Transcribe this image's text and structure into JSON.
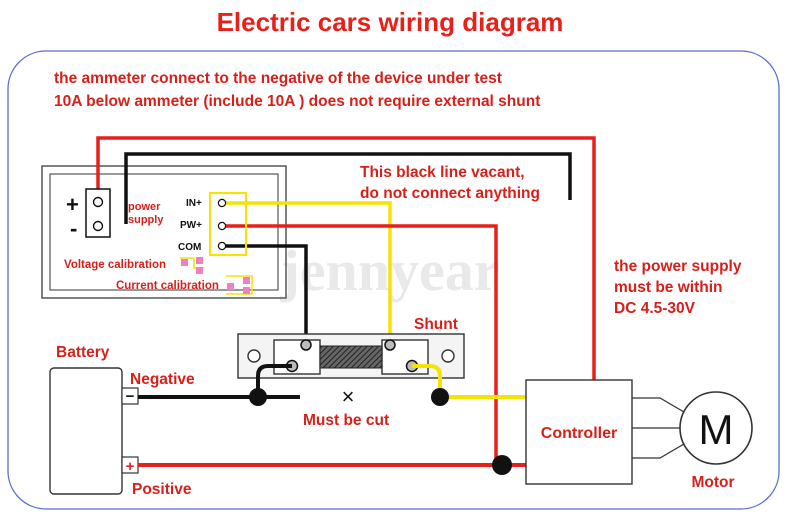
{
  "title": "Electric cars wiring diagram",
  "note_line1": "the ammeter connect to the negative of the device under test",
  "note_line2": "10A below ammeter (include 10A ) does not require external shunt",
  "black_line_note1": "This black line vacant,",
  "black_line_note2": "do not connect anything",
  "power_note1": "the power supply",
  "power_note2": "must be within",
  "power_note3": "DC 4.5-30V",
  "meter": {
    "plus": "+",
    "minus": "-",
    "power_supply1": "power",
    "power_supply2": "supply",
    "in_plus": "IN+",
    "pw_plus": "PW+",
    "com": "COM",
    "voltage_calibration": "Voltage calibration",
    "current_calibration": "Current calibration"
  },
  "watermark": "jennyear",
  "shunt": "Shunt",
  "battery": "Battery",
  "negative": "Negative",
  "positive": "Positive",
  "neg_sign": "−",
  "pos_sign": "+",
  "must_be_cut": "Must be cut",
  "cut_mark": "×",
  "controller": "Controller",
  "motor_letter": "M",
  "motor": "Motor",
  "colors": {
    "title_red": "#e8201a",
    "red_wire": "#e8201a",
    "yellow_wire": "#f5e400",
    "black_wire": "#111111",
    "frame_blue": "#5a6fd0",
    "label_red": "#d8201a",
    "pink": "#f080c0"
  }
}
